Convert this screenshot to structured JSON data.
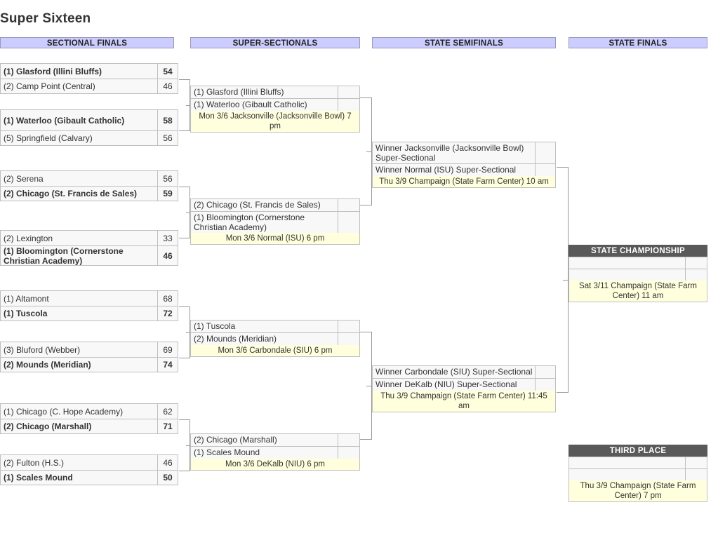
{
  "page": {
    "title": "Super Sixteen"
  },
  "columns": [
    {
      "key": "sectional_finals",
      "label": "SECTIONAL FINALS"
    },
    {
      "key": "super_sectionals",
      "label": "SUPER-SECTIONALS"
    },
    {
      "key": "state_semifinals",
      "label": "STATE SEMIFINALS"
    },
    {
      "key": "state_finals",
      "label": "STATE FINALS"
    }
  ],
  "sectional_finals": [
    {
      "top": {
        "team": "(1) Glasford (Illini Bluffs)",
        "score": "54",
        "winner": true
      },
      "bottom": {
        "team": "(2) Camp Point (Central)",
        "score": "46",
        "winner": false
      }
    },
    {
      "top": {
        "team": "(1) Waterloo (Gibault Catholic)",
        "score": "58",
        "winner": true
      },
      "bottom": {
        "team": "(5) Springfield (Calvary)",
        "score": "56",
        "winner": false
      }
    },
    {
      "top": {
        "team": "(2) Serena",
        "score": "56",
        "winner": false
      },
      "bottom": {
        "team": "(2) Chicago (St. Francis de Sales)",
        "score": "59",
        "winner": true
      }
    },
    {
      "top": {
        "team": "(2) Lexington",
        "score": "33",
        "winner": false
      },
      "bottom": {
        "team": "(1) Bloomington (Cornerstone Christian Academy)",
        "score": "46",
        "winner": true
      }
    },
    {
      "top": {
        "team": "(1) Altamont",
        "score": "68",
        "winner": false
      },
      "bottom": {
        "team": "(1) Tuscola",
        "score": "72",
        "winner": true
      }
    },
    {
      "top": {
        "team": "(3) Bluford (Webber)",
        "score": "69",
        "winner": false
      },
      "bottom": {
        "team": "(2) Mounds (Meridian)",
        "score": "74",
        "winner": true
      }
    },
    {
      "top": {
        "team": "(1) Chicago (C. Hope Academy)",
        "score": "62",
        "winner": false
      },
      "bottom": {
        "team": "(2) Chicago (Marshall)",
        "score": "71",
        "winner": true
      }
    },
    {
      "top": {
        "team": "(2) Fulton (H.S.)",
        "score": "46",
        "winner": false
      },
      "bottom": {
        "team": "(1) Scales Mound",
        "score": "50",
        "winner": true
      }
    }
  ],
  "super_sectionals": [
    {
      "top": {
        "team": "(1) Glasford (Illini Bluffs)",
        "score": ""
      },
      "bottom": {
        "team": "(1) Waterloo (Gibault Catholic)",
        "score": ""
      },
      "note": "Mon 3/6 Jacksonville (Jacksonville Bowl) 7 pm"
    },
    {
      "top": {
        "team": "(2) Chicago (St. Francis de Sales)",
        "score": ""
      },
      "bottom": {
        "team": "(1) Bloomington (Cornerstone Christian Academy)",
        "score": ""
      },
      "note": "Mon 3/6 Normal (ISU) 6 pm"
    },
    {
      "top": {
        "team": "(1) Tuscola",
        "score": ""
      },
      "bottom": {
        "team": "(2) Mounds (Meridian)",
        "score": ""
      },
      "note": "Mon 3/6 Carbondale (SIU) 6 pm"
    },
    {
      "top": {
        "team": "(2) Chicago (Marshall)",
        "score": ""
      },
      "bottom": {
        "team": "(1) Scales Mound",
        "score": ""
      },
      "note": "Mon 3/6 DeKalb (NIU) 6 pm"
    }
  ],
  "state_semifinals": [
    {
      "top": {
        "team": "Winner Jacksonville (Jacksonville Bowl) Super-Sectional",
        "score": ""
      },
      "bottom": {
        "team": "Winner Normal (ISU) Super-Sectional",
        "score": ""
      },
      "note": "Thu 3/9 Champaign (State Farm Center) 10 am"
    },
    {
      "top": {
        "team": "Winner Carbondale (SIU) Super-Sectional",
        "score": ""
      },
      "bottom": {
        "team": "Winner DeKalb (NIU) Super-Sectional",
        "score": ""
      },
      "note": "Thu 3/9 Champaign (State Farm Center) 11:45 am"
    }
  ],
  "state_finals": [
    {
      "title": "STATE CHAMPIONSHIP",
      "top": {
        "team": "",
        "score": ""
      },
      "bottom": {
        "team": "",
        "score": ""
      },
      "note": "Sat 3/11 Champaign (State Farm Center) 11 am"
    },
    {
      "title": "THIRD PLACE",
      "top": {
        "team": "",
        "score": ""
      },
      "bottom": {
        "team": "",
        "score": ""
      },
      "note": "Thu 3/9 Champaign (State Farm Center) 7 pm"
    }
  ],
  "colors": {
    "header_bar": "#ccccff",
    "note_bg": "#ffffdd",
    "final_title_bg": "#595959",
    "row_bg": "#f8f8f8",
    "border": "#bfbfbf",
    "connector": "#999999"
  }
}
